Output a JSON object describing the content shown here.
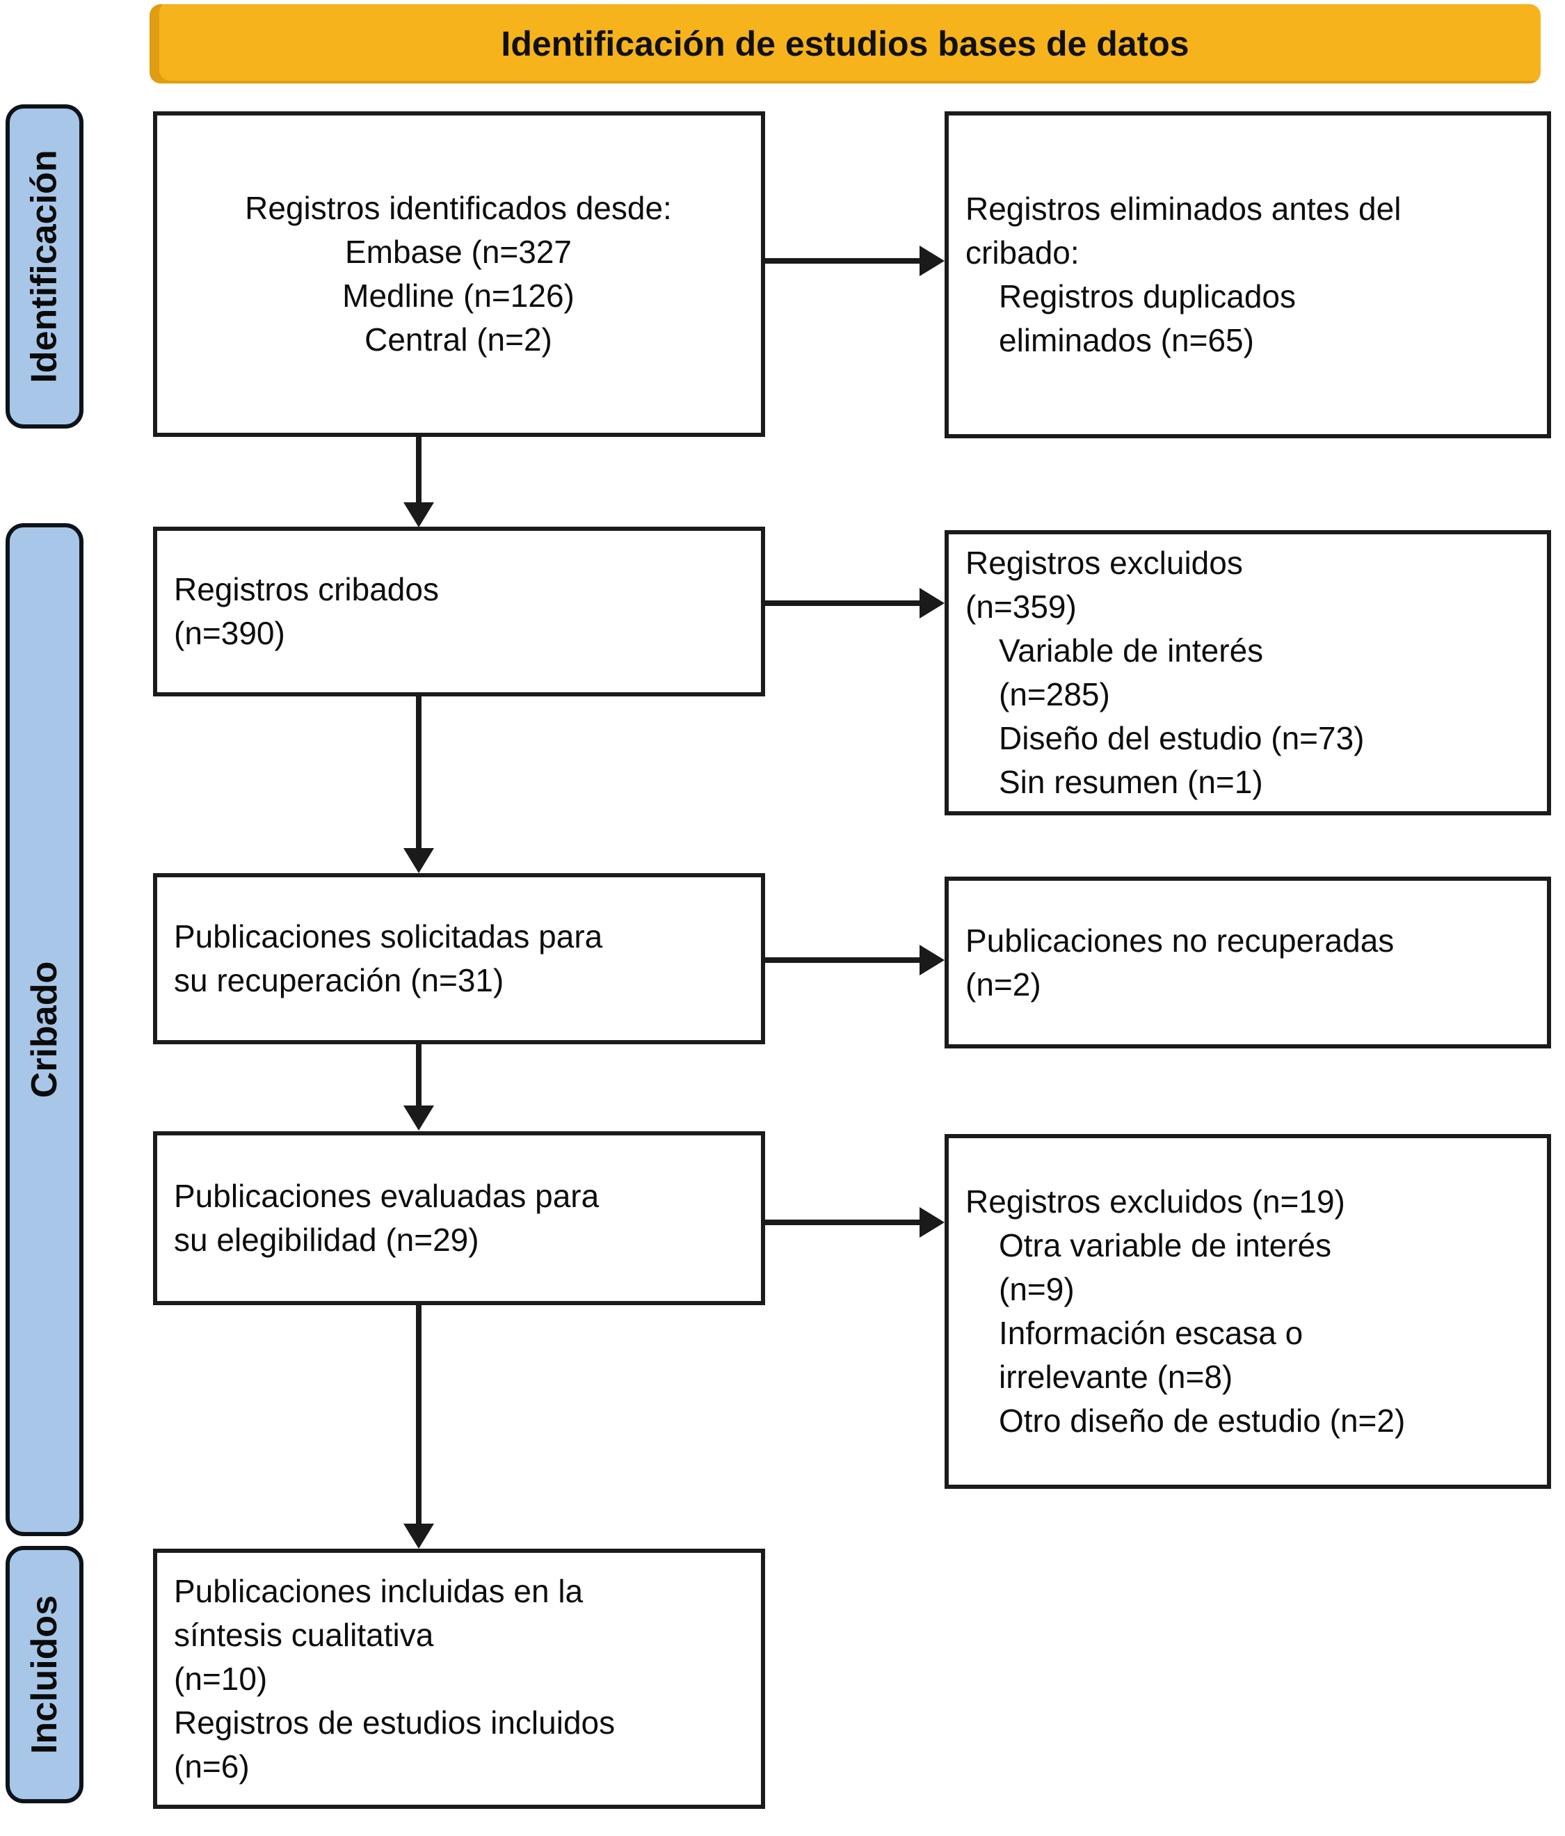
{
  "title": "Identificación de estudios bases de datos",
  "colors": {
    "banner": "#f6b31c",
    "stage": "#a8c7e8",
    "line": "#1a1a1a"
  },
  "stages": [
    {
      "label": "Identificación"
    },
    {
      "label": "Cribado"
    },
    {
      "label": "Incluidos"
    }
  ],
  "boxes": {
    "identified": {
      "lines": [
        "Registros identificados desde:",
        "Embase (n=327",
        "Medline (n=126)",
        "Central (n=2)"
      ]
    },
    "removed_before_screening": {
      "lines": [
        "Registros eliminados antes del",
        "cribado:",
        "Registros duplicados",
        "eliminados (n=65)"
      ]
    },
    "screened": {
      "lines": [
        "Registros cribados",
        "(n=390)"
      ]
    },
    "records_excluded": {
      "lines": [
        "Registros excluidos",
        "(n=359)",
        "Variable de interés",
        "(n=285)",
        "Diseño del estudio (n=73)",
        "Sin resumen (n=1)"
      ]
    },
    "sought_for_retrieval": {
      "lines": [
        "Publicaciones solicitadas para",
        "su recuperación (n=31)"
      ]
    },
    "not_retrieved": {
      "lines": [
        "Publicaciones no recuperadas",
        "(n=2)"
      ]
    },
    "assessed_eligibility": {
      "lines": [
        "Publicaciones evaluadas para",
        "su elegibilidad (n=29)"
      ]
    },
    "reports_excluded": {
      "lines": [
        "Registros excluidos (n=19)",
        "Otra variable de interés",
        "(n=9)",
        "Información escasa o",
        "irrelevante (n=8)",
        "Otro diseño de estudio (n=2)"
      ]
    },
    "included": {
      "lines": [
        "Publicaciones incluidas en la",
        "síntesis cualitativa",
        "(n=10)",
        "Registros de estudios incluidos",
        "(n=6)"
      ]
    }
  }
}
